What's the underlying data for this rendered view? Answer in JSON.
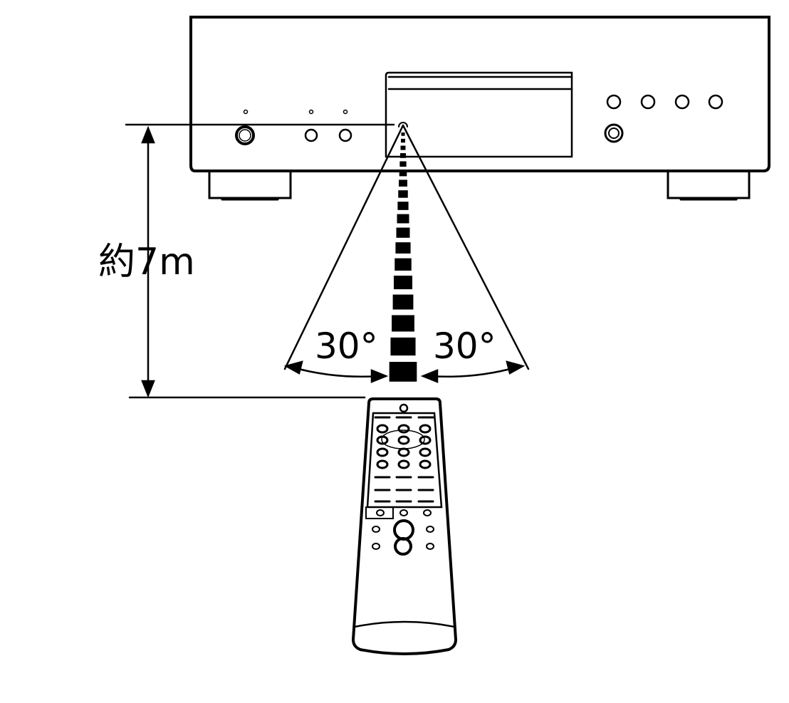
{
  "labels": {
    "distance": "約7m",
    "angle_left": "30°",
    "angle_right": "30°"
  },
  "colors": {
    "line": "#000000",
    "background": "#ffffff"
  }
}
